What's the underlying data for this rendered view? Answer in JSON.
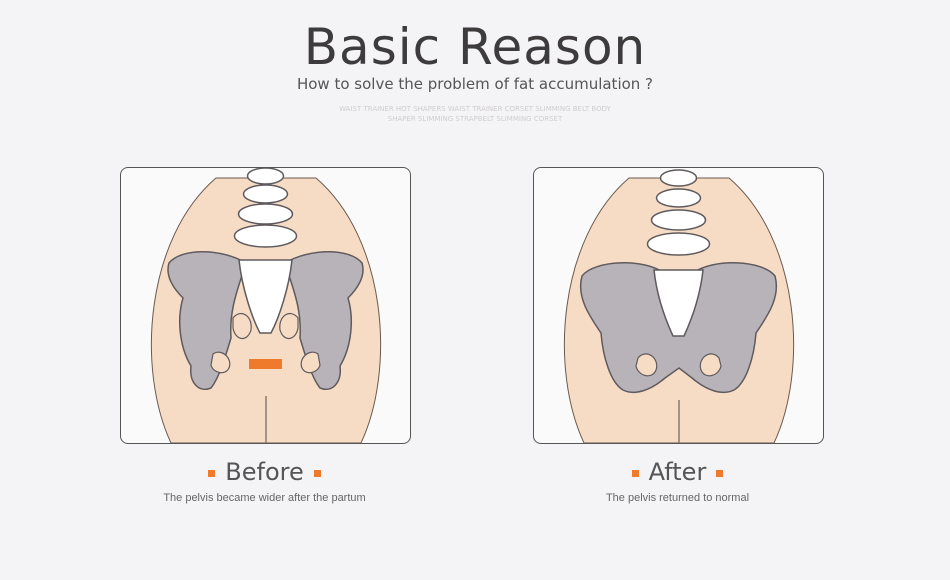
{
  "header": {
    "title": "Basic Reason",
    "subtitle": "How to solve the problem of fat accumulation ?",
    "watermark_line1": "WAIST TRAINER HOT SHAPERS WAIST TRAINER CORSET SLIMMING BELT BODY",
    "watermark_line2": "SHAPER SLIMMING STRAPBELT SLIMMING CORSET"
  },
  "panels": [
    {
      "label": "Before",
      "description": "The pelvis became wider after the partum",
      "illustration": "pelvis-wide-icon",
      "gap_marker_color": "#f07a2b"
    },
    {
      "label": "After",
      "description": "The pelvis returned to normal",
      "illustration": "pelvis-normal-icon"
    }
  ],
  "colors": {
    "skin": "#f6dcc4",
    "bone": "#b8b3b8",
    "accent": "#f07a2b"
  }
}
